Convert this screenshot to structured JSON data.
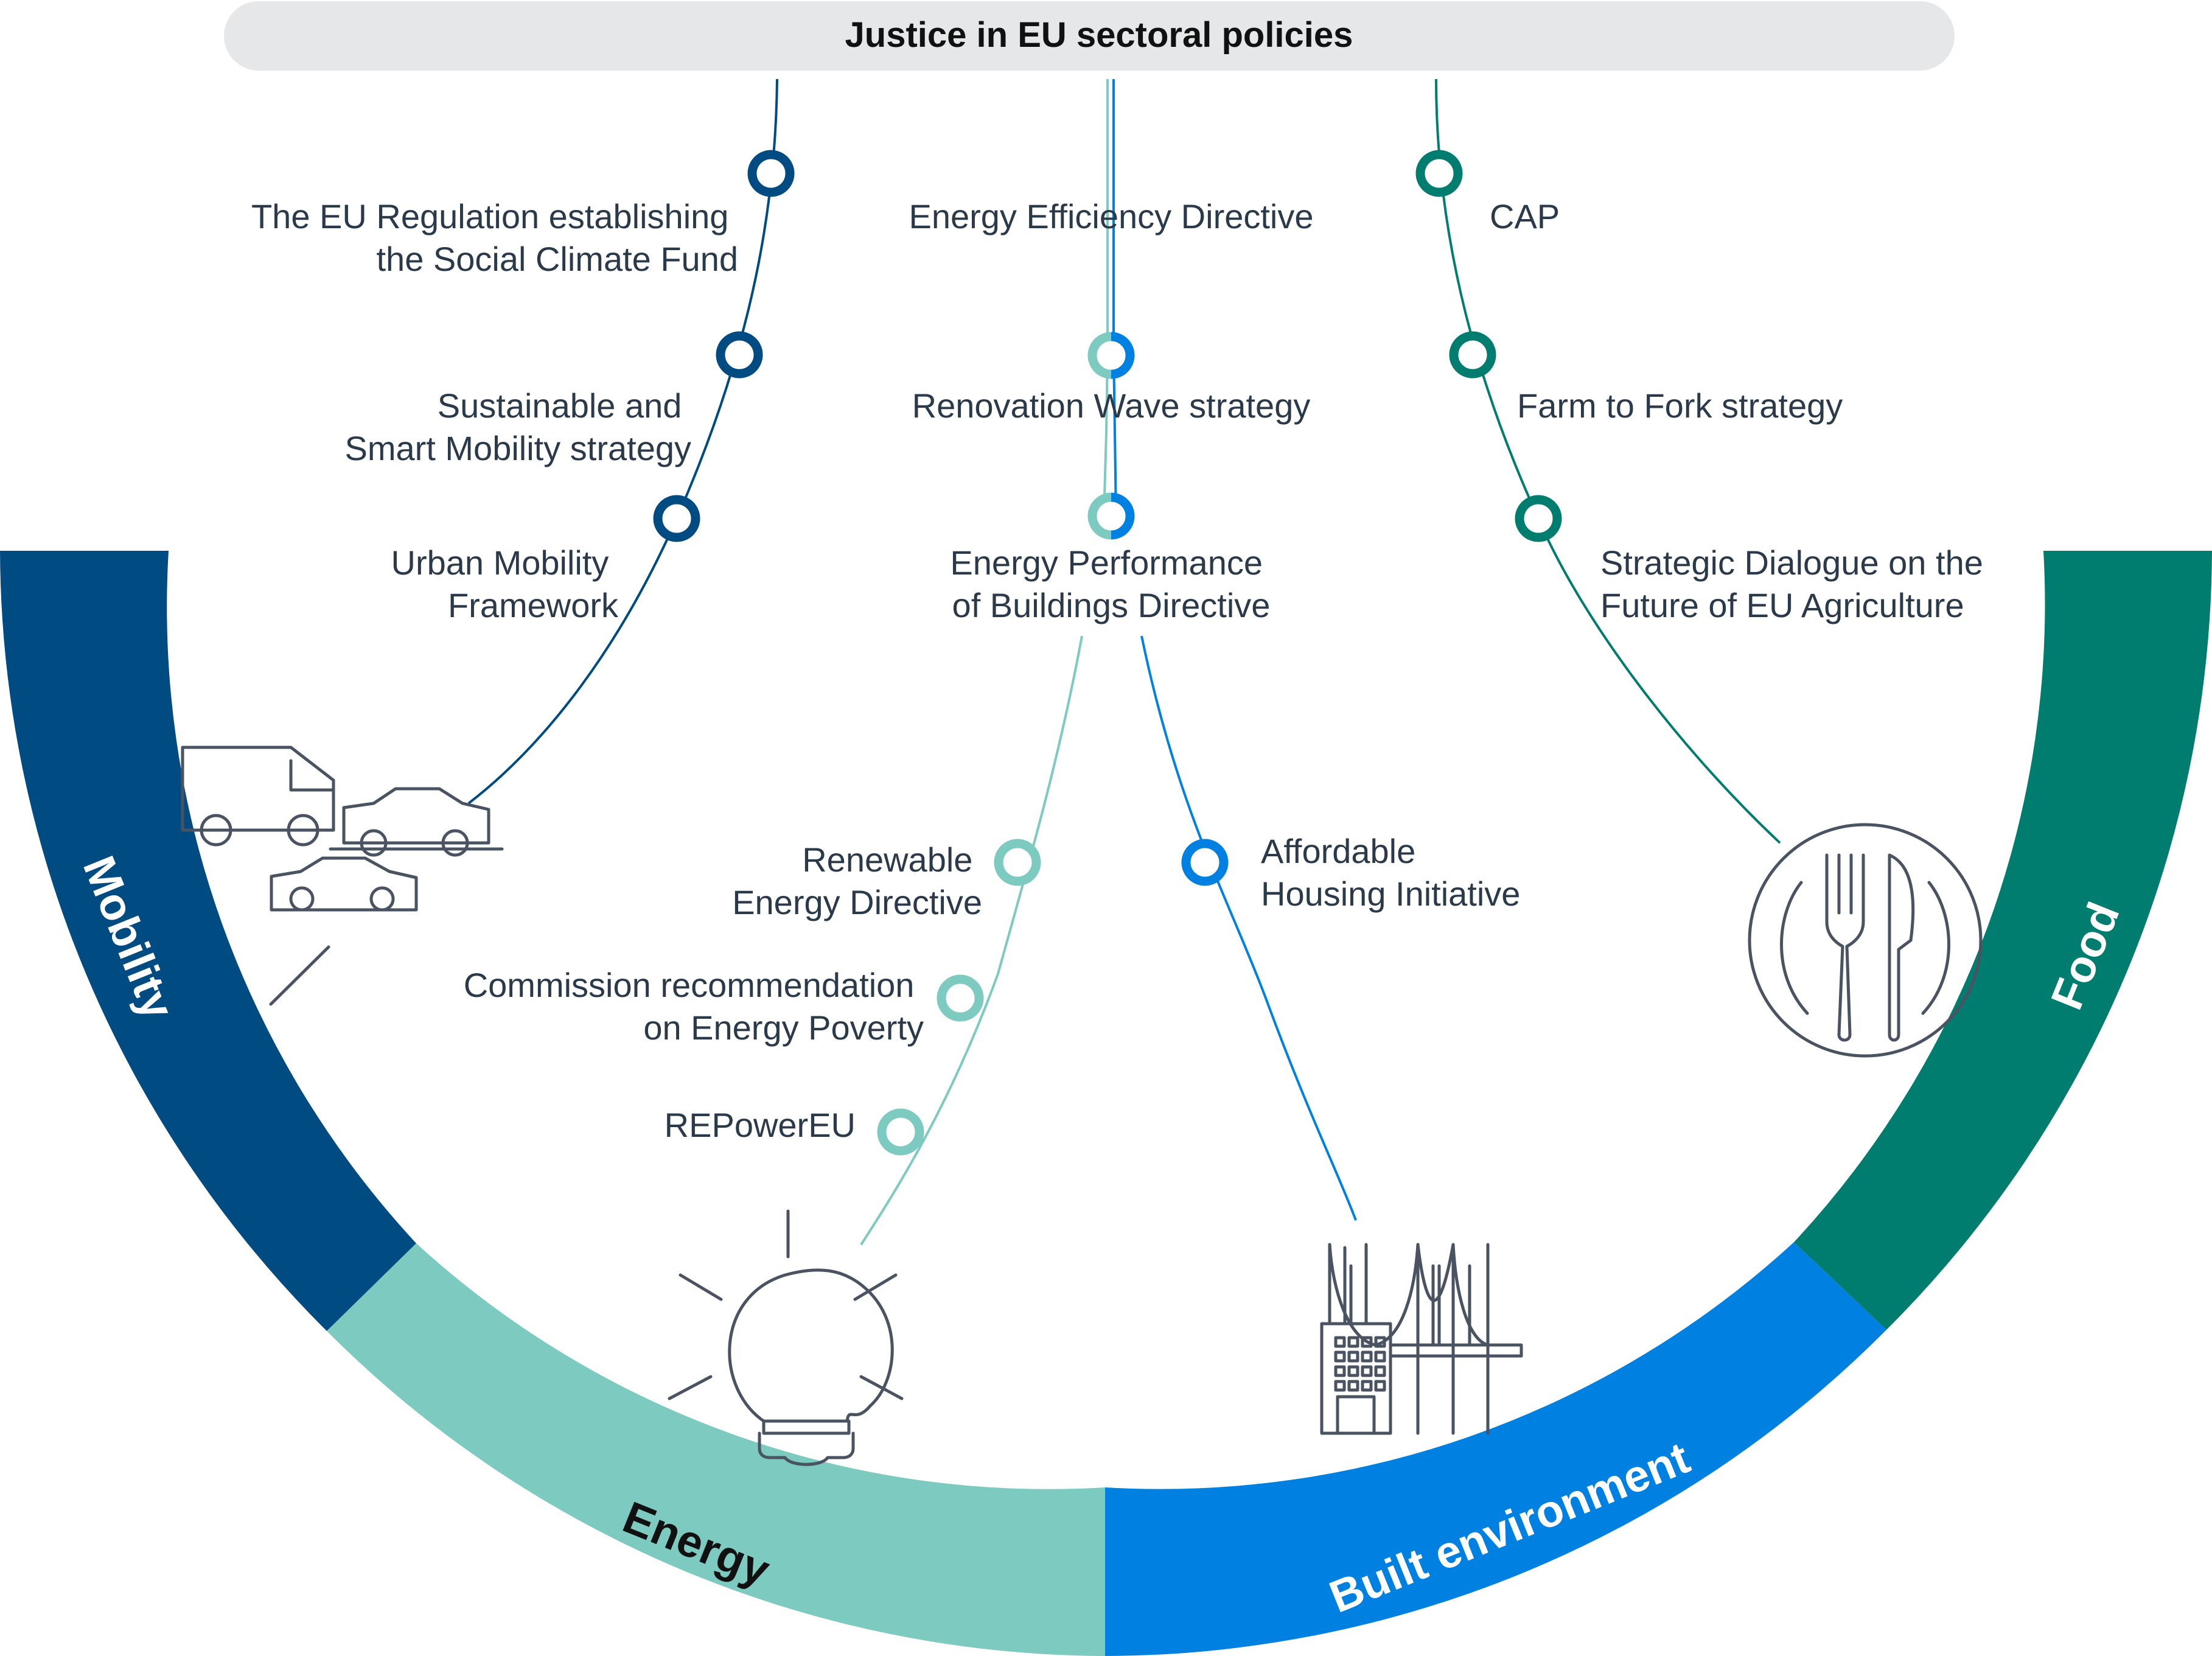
{
  "header": {
    "title": "Justice in EU sectoral policies"
  },
  "colors": {
    "mobility": "#004b82",
    "energy": "#7ccac0",
    "built_environment": "#0080e0",
    "food": "#007d6e",
    "header_bg": "#e6e7e8",
    "label_text": "#2b3a4a",
    "icon_stroke": "#4a5361"
  },
  "sectors": {
    "mobility": "Mobility",
    "energy": "Energy",
    "built_environment": "Built environment",
    "food": "Food"
  },
  "policies": {
    "mobility": [
      {
        "lines": [
          "The EU Regulation establishing",
          "the Social Climate Fund"
        ]
      },
      {
        "lines": [
          "Sustainable and",
          "Smart Mobility strategy"
        ]
      },
      {
        "lines": [
          "Urban Mobility",
          "Framework"
        ]
      }
    ],
    "shared": [
      {
        "lines": [
          "Energy Efficiency Directive"
        ]
      },
      {
        "lines": [
          "Renovation Wave strategy"
        ]
      },
      {
        "lines": [
          "Energy Performance",
          "of Buildings Directive"
        ]
      }
    ],
    "energy": [
      {
        "lines": [
          "Renewable",
          "Energy Directive"
        ]
      },
      {
        "lines": [
          "Commission recommendation",
          "on Energy Poverty"
        ]
      },
      {
        "lines": [
          "REPowerEU"
        ]
      }
    ],
    "built_environment": [
      {
        "lines": [
          "Affordable",
          "Housing Initiative"
        ]
      }
    ],
    "food": [
      {
        "lines": [
          "CAP"
        ]
      },
      {
        "lines": [
          "Farm to Fork strategy"
        ]
      },
      {
        "lines": [
          "Strategic Dialogue on the",
          "Future of EU Agriculture"
        ]
      }
    ]
  },
  "icons": {
    "mobility": "vehicles-icon",
    "energy": "lightbulb-icon",
    "built_environment": "buildings-bridge-icon",
    "food": "plate-cutlery-icon"
  }
}
